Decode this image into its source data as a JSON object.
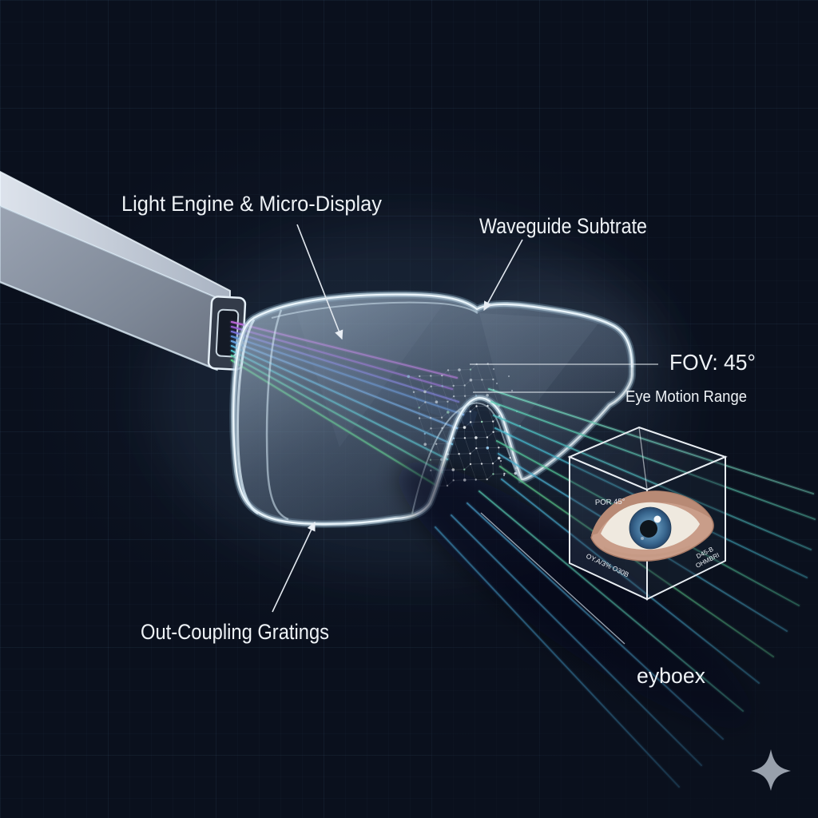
{
  "diagram": {
    "title_labels": {
      "light_engine": "Light Engine & Micro-Display",
      "waveguide": "Waveguide Subtrate",
      "fov": "FOV: 45°",
      "eye_motion_range": "Eye Motion Range",
      "out_coupling": "Out-Coupling Gratings",
      "eyebox": "eyboex"
    },
    "eyebox_cube": {
      "left_face_label": "POR 45°",
      "bottom_edge_label": "OY.A/3% O30B",
      "right_edge_label_line1": "D45-B",
      "right_edge_label_line2": "OHMBRI"
    },
    "colors": {
      "background": "#0a101d",
      "grid_line": "#1c2c45",
      "frame_stroke": "#d7e7f0",
      "label_text": "#eef2f6",
      "leader_line": "#dce4ec",
      "sparkle": "#98a0ac",
      "iris_blue": "#3f6f99",
      "eyelid_skin": "#c99d89"
    },
    "ray_colors": {
      "incoming": [
        "#c06ae0",
        "#9a5fd8",
        "#7b74e0",
        "#5b8fd9",
        "#6aa8e8",
        "#58b7e0",
        "#4fc7cf",
        "#56cfa6",
        "#57d183"
      ],
      "exit": [
        "#77dcc2",
        "#5fd4b8",
        "#52c9c9",
        "#49bfd4",
        "#57cfa0",
        "#4fb8d9",
        "#5ecf8f",
        "#49aed1",
        "#57c9b0",
        "#4699c4",
        "#3f8fb8",
        "#3a85ad"
      ],
      "grating_accents": [
        "#9fd8ff",
        "#d9a8f0",
        "#a8f0c8",
        "#ffffff"
      ]
    }
  }
}
